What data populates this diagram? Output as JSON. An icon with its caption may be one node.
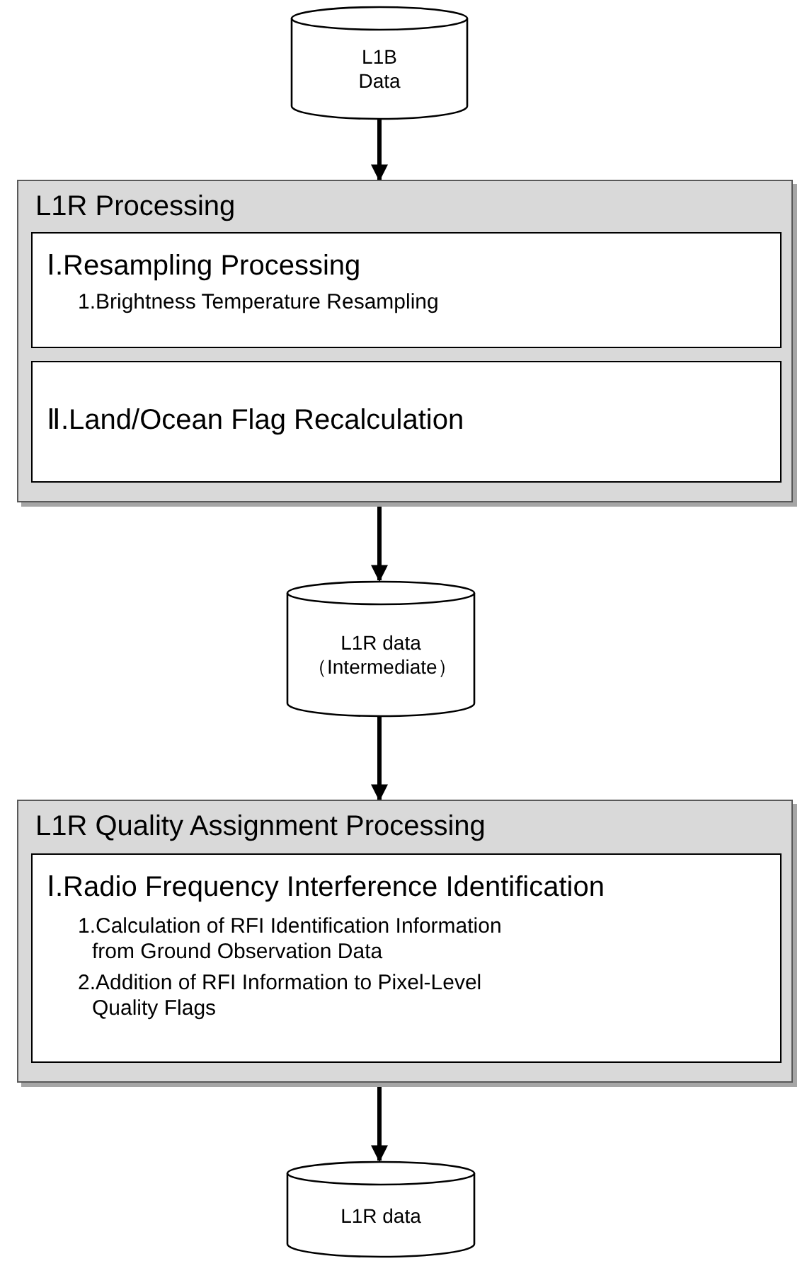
{
  "diagram": {
    "nodes": [
      {
        "text": [
          "L1B Data"
        ]
      },
      {
        "text": [
          "L1R Processing"
        ]
      },
      {
        "text": [
          "Ⅰ.Resampling Processing",
          "1.Brightness Temperature Resampling"
        ],
        "in": 1
      },
      {
        "text": [
          "Ⅱ.Land/Ocean Flag Recalculation"
        ],
        "in": 1
      },
      {
        "text": [
          "L1R data （Intermediate）"
        ]
      },
      {
        "text": [
          "L1R Quality Assignment Processing"
        ]
      },
      {
        "text": [
          "Ⅰ.Radio Frequency Interference Identification",
          "1.Calculation of RFI Identification Information from Ground Observation Data",
          "2.Addition of RFI Information to Pixel-Level Quality Flags"
        ],
        "in": 5
      },
      {
        "text": [
          "L1R data"
        ]
      }
    ],
    "edges": [
      {
        "from": 0,
        "to": 1,
        "arrow": "to"
      },
      {
        "from": 1,
        "to": 4,
        "arrow": "to"
      },
      {
        "from": 4,
        "to": 5,
        "arrow": "to"
      },
      {
        "from": 5,
        "to": 7,
        "arrow": "to"
      }
    ]
  }
}
